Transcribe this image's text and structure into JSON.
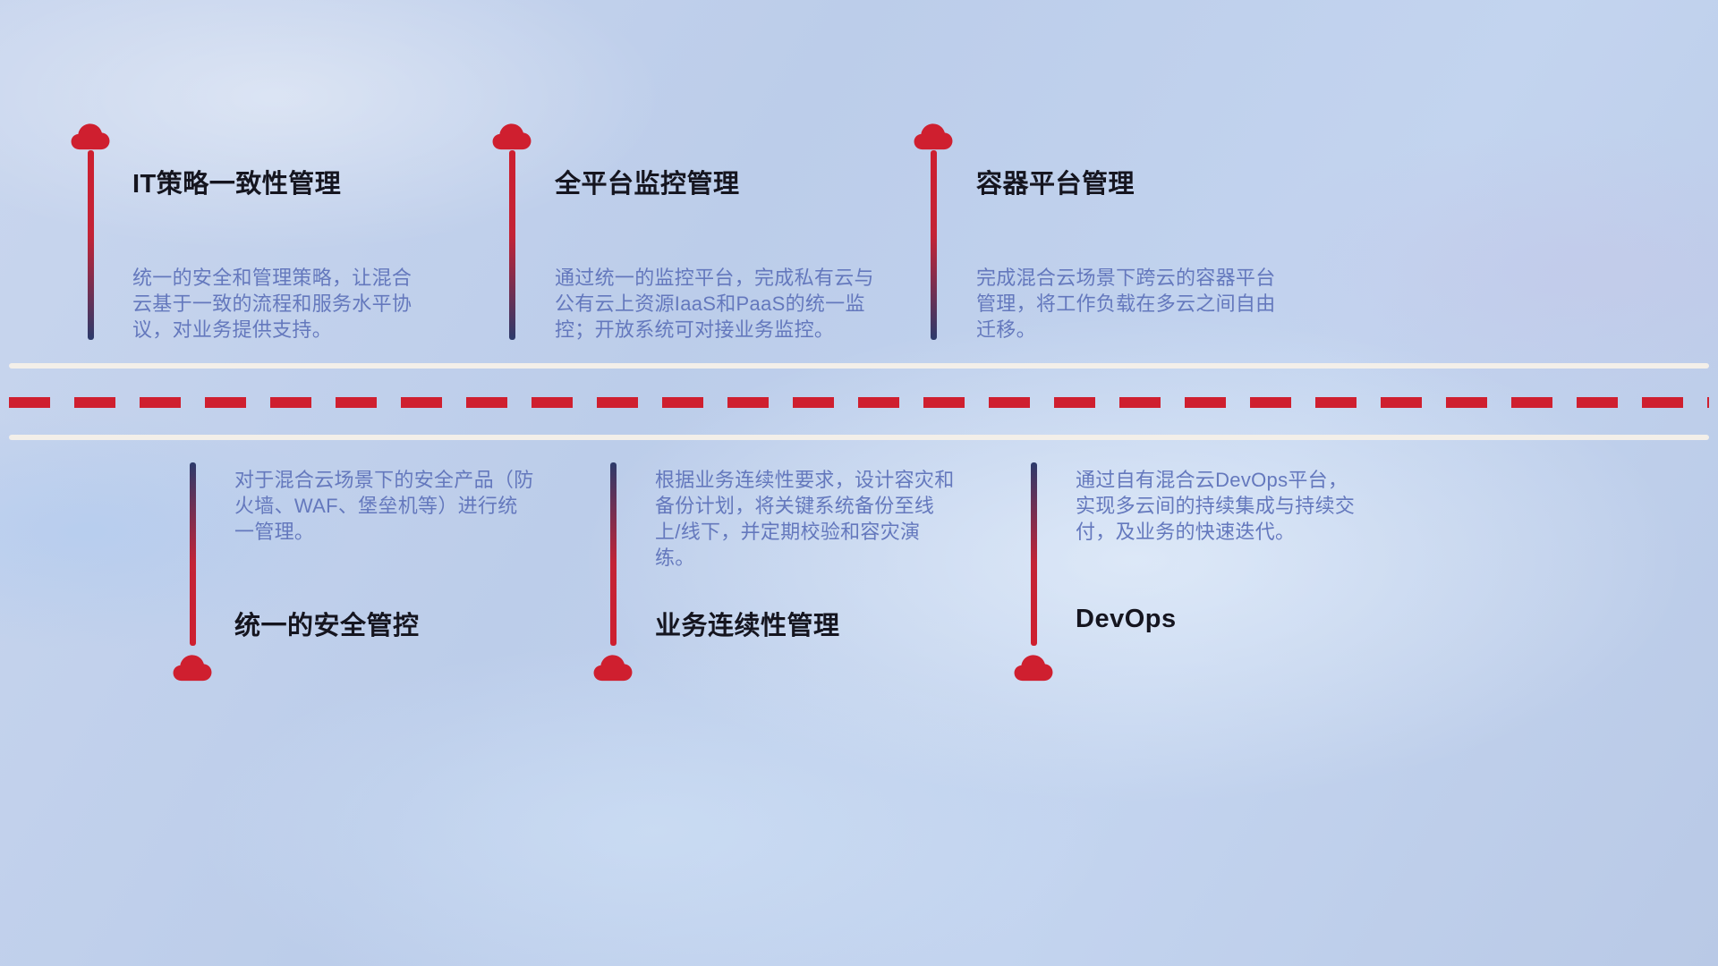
{
  "items": [
    {
      "title": "IT策略一致性管理",
      "description": "统一的安全和管理策略，让混合云基于一致的流程和服务水平协议，对业务提供支持。"
    },
    {
      "title": "全平台监控管理",
      "description": "通过统一的监控平台，完成私有云与公有云上资源IaaS和PaaS的统一监控；开放系统可对接业务监控。"
    },
    {
      "title": "容器平台管理",
      "description": "完成混合云场景下跨云的容器平台管理，将工作负载在多云之间自由迁移。"
    },
    {
      "title": "统一的安全管控",
      "description": "对于混合云场景下的安全产品（防火墙、WAF、堡垒机等）进行统一管理。"
    },
    {
      "title": "业务连续性管理",
      "description": "根据业务连续性要求，设计容灾和备份计划，将关键系统备份至线上/线下，并定期校验和容灾演练。"
    },
    {
      "title": "DevOps",
      "description": "通过自有混合云DevOps平台，实现多云间的持续集成与持续交付，及业务的快速迭代。"
    }
  ],
  "colors": {
    "accent_red": "#cf1f2f",
    "stem_navy": "#2c3a6b",
    "description_blue": "#6478bd",
    "title_dark": "#15151f",
    "road_line": "#f3efe9"
  }
}
